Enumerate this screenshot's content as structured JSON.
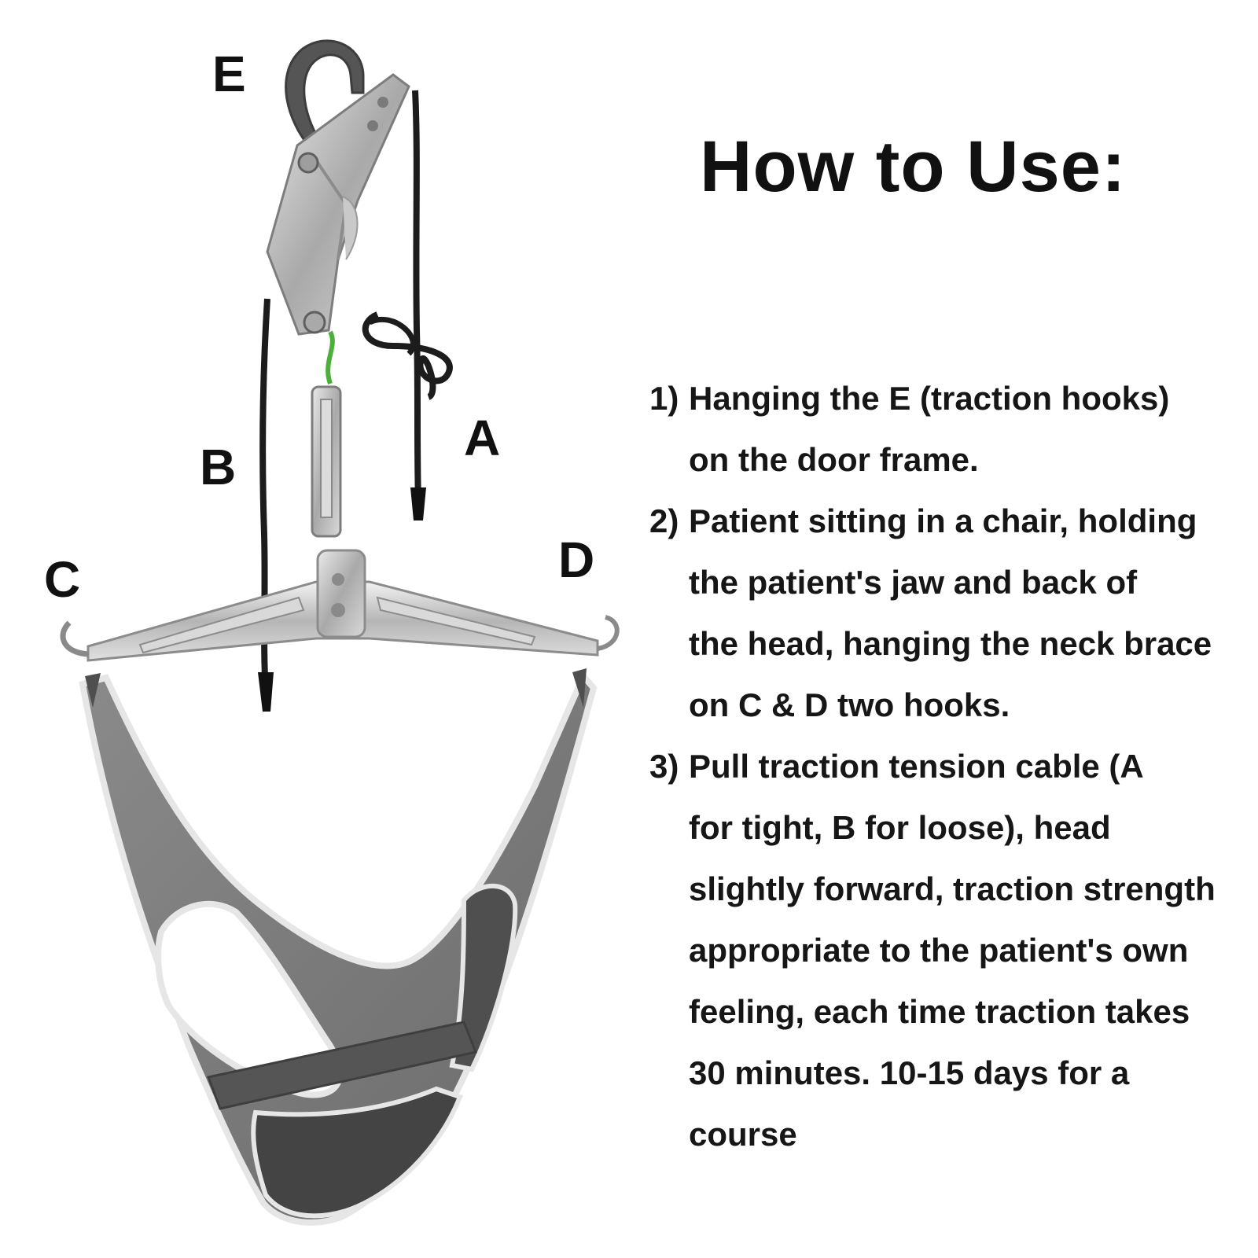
{
  "image": {
    "title": "How to Use:",
    "callouts": {
      "E": "E",
      "A": "A",
      "B": "B",
      "C": "C",
      "D": "D"
    },
    "steps": [
      {
        "number": "1)",
        "lines": [
          "Hanging the E (traction hooks)",
          "on the door frame."
        ]
      },
      {
        "number": "2)",
        "lines": [
          "Patient sitting in a chair, holding",
          "the patient's  jaw  and  back of",
          "the head, hanging the neck brace",
          "on C & D two hooks."
        ]
      },
      {
        "number": "3)",
        "lines": [
          "Pull traction tension cable (A",
          "for tight, B for loose),  head",
          "slightly forward, traction strength",
          "appropriate to the patient's own",
          "feeling, each time traction takes",
          "30 minutes. 10-15 days for a",
          "course"
        ]
      }
    ],
    "colors": {
      "background": "#ffffff",
      "text": "#111111",
      "fabric": "#7d7d7d",
      "fabric_dark": "#4f4f4f",
      "fabric_trim": "#e6e6e6",
      "metal": "#c9c9c9",
      "cord": "#1c1c1c",
      "green_tie": "#4caf3a"
    }
  }
}
